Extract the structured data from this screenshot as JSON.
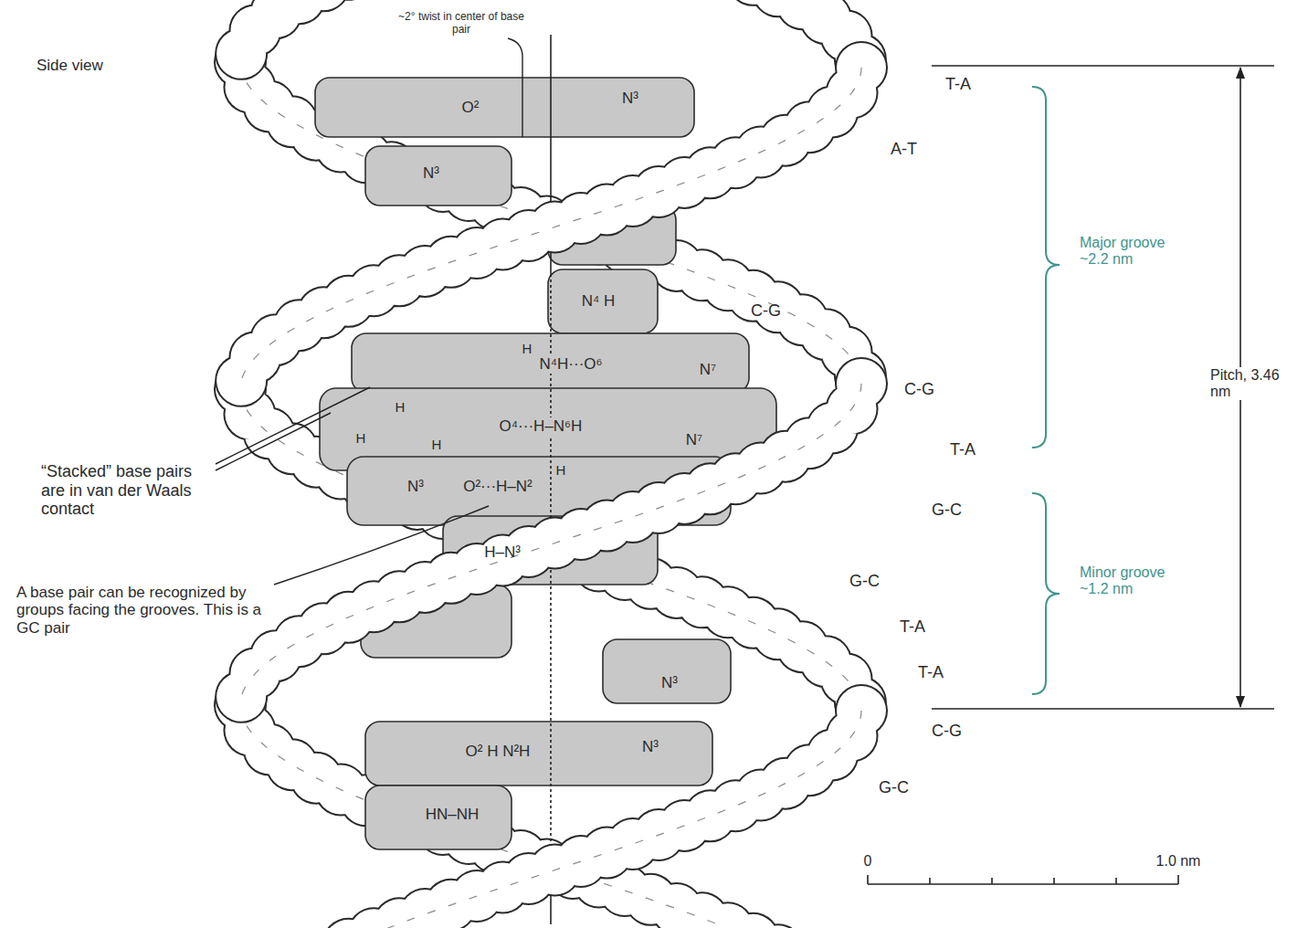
{
  "diagram": {
    "labels": [
      "~2° twist in center of base pair",
      "Side view",
      "O²",
      "N³",
      "N³",
      "N⁴ H",
      "H",
      "N⁴H···O⁶",
      "N⁷",
      "H",
      "H",
      "H",
      "O⁴···H–N⁶H",
      "N⁷",
      "N³",
      "O²···H–N²",
      "H",
      "H–N³",
      "N³",
      "O² H N²H",
      "N³",
      "HN–NH",
      "T-A",
      "A-T",
      "C-G",
      "C-G",
      "T-A",
      "G-C",
      "G-C",
      "T-A",
      "T-A",
      "C-G",
      "G-C",
      "Major groove ~2.2 nm",
      "Minor groove ~1.2 nm",
      "Pitch, 3.46 nm",
      "“Stacked” base pairs are in van der Waals contact",
      "A base pair can be recognized by groups facing the grooves. This is a GC pair",
      "0",
      "1.0 nm"
    ]
  }
}
